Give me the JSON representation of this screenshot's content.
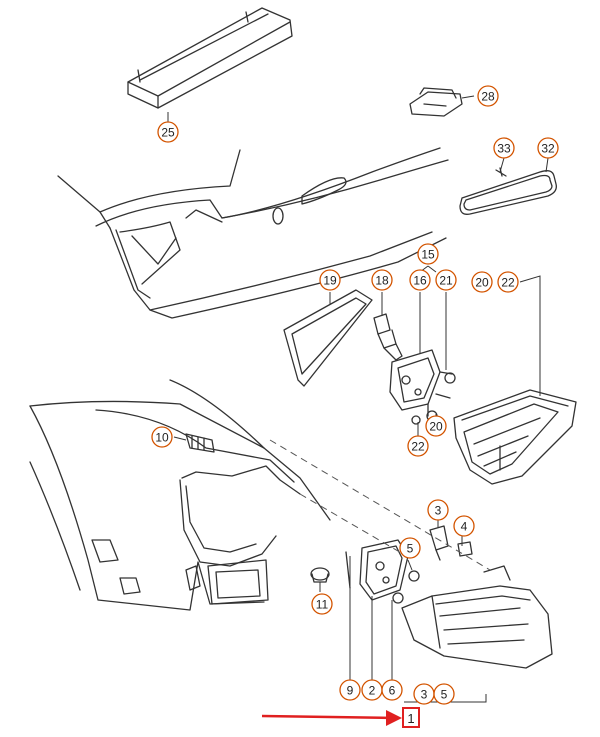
{
  "colors": {
    "line": "#333333",
    "callout": "#d35400",
    "arrow": "#e02020"
  },
  "callouts": [
    {
      "id": "c25",
      "label": "25"
    },
    {
      "id": "c28",
      "label": "28"
    },
    {
      "id": "c33",
      "label": "33"
    },
    {
      "id": "c32",
      "label": "32"
    },
    {
      "id": "c15",
      "label": "15"
    },
    {
      "id": "c19",
      "label": "19"
    },
    {
      "id": "c18",
      "label": "18"
    },
    {
      "id": "c16",
      "label": "16"
    },
    {
      "id": "c21",
      "label": "21"
    },
    {
      "id": "c20a",
      "label": "20"
    },
    {
      "id": "c22a",
      "label": "22"
    },
    {
      "id": "c20b",
      "label": "20"
    },
    {
      "id": "c22b",
      "label": "22"
    },
    {
      "id": "c10",
      "label": "10"
    },
    {
      "id": "c3a",
      "label": "3"
    },
    {
      "id": "c4",
      "label": "4"
    },
    {
      "id": "c5a",
      "label": "5"
    },
    {
      "id": "c11",
      "label": "11"
    },
    {
      "id": "c9",
      "label": "9"
    },
    {
      "id": "c2",
      "label": "2"
    },
    {
      "id": "c6",
      "label": "6"
    },
    {
      "id": "c3b",
      "label": "3"
    },
    {
      "id": "c5b",
      "label": "5"
    }
  ],
  "highlight": {
    "label": "1"
  }
}
